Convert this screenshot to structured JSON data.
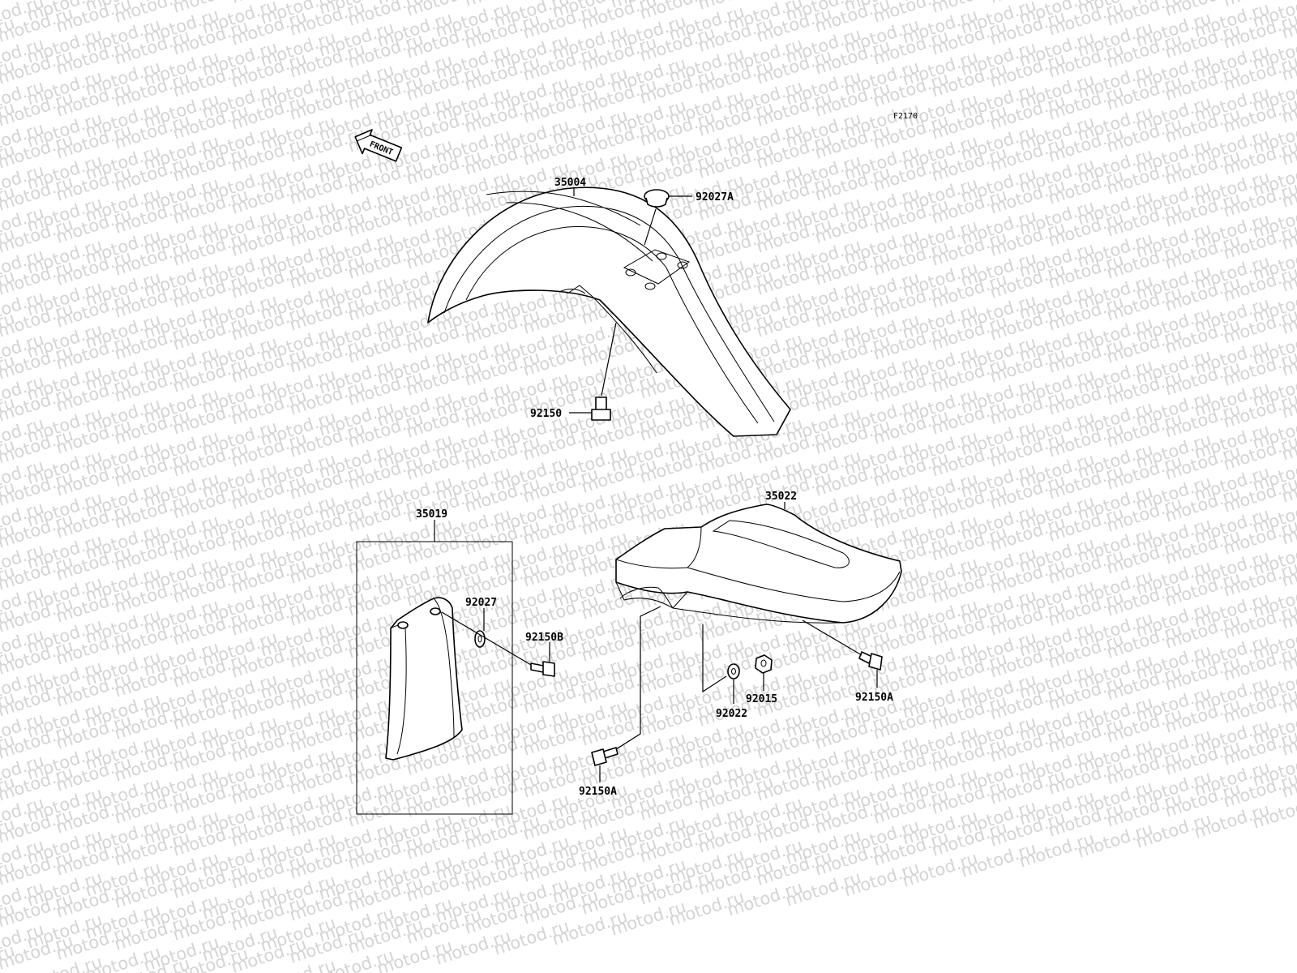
{
  "watermark": "motod.ru",
  "figure_code": "F2170",
  "front_arrow_label": "FRONT",
  "labels": {
    "front_fender": "35004",
    "front_cap": "92027A",
    "front_bolt": "92150",
    "guard_plate": "35019",
    "guard_washer": "92027",
    "guard_bolt": "92150B",
    "rear_fender": "35022",
    "rear_bolt_right": "92150A",
    "rear_washer": "92022",
    "rear_nut": "92015",
    "rear_bolt_left": "92150A"
  }
}
